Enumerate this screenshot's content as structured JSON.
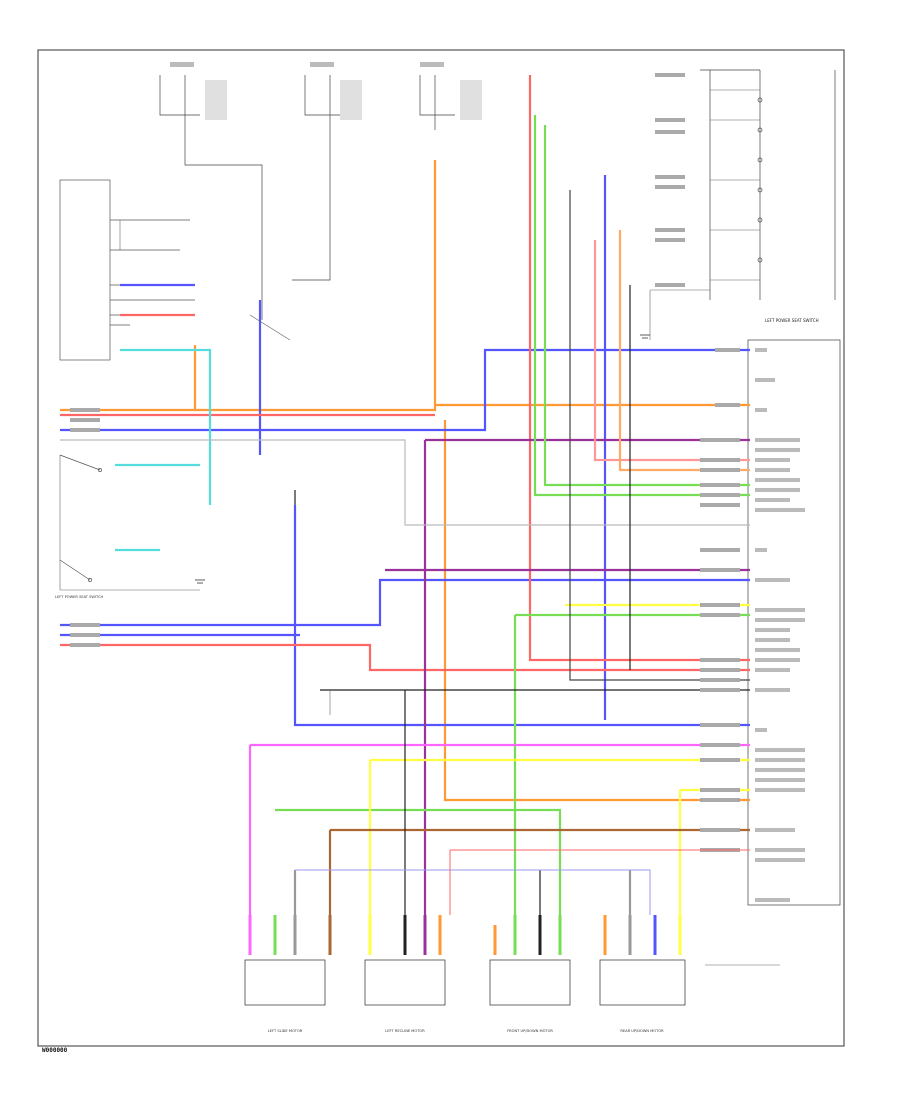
{
  "diagram": {
    "code": "W000000",
    "connector_label": "LEFT POWER SEAT SWITCH",
    "left_switch_label": "LEFT POWER SEAT SWITCH",
    "motors": [
      {
        "label": "LEFT SLIDE MOTOR"
      },
      {
        "label": "LEFT RECLINE MOTOR"
      },
      {
        "label": "FRONT UP/DOWN MOTOR"
      },
      {
        "label": "REAR UP/DOWN MOTOR"
      }
    ]
  },
  "colors": {
    "orange": "#ff9933",
    "blue": "#5555ff",
    "red": "#ff6666",
    "green": "#77dd55",
    "yellow": "#ffff44",
    "magenta": "#ff66ff",
    "purple": "#993399",
    "cyan": "#55dddd",
    "brown": "#aa6633",
    "gray": "#999999",
    "black": "#222222",
    "frame": "#444444"
  }
}
